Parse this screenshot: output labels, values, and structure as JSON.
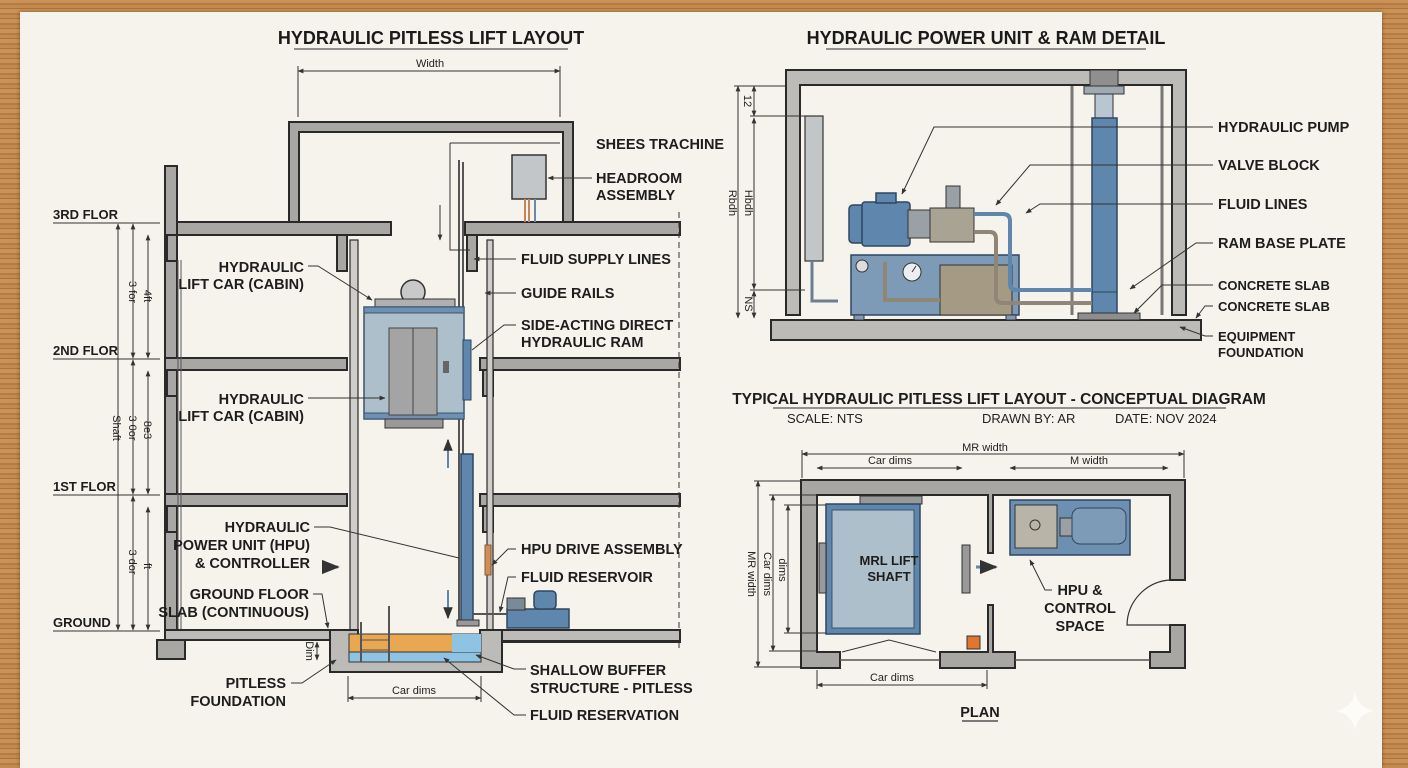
{
  "left_section": {
    "title": "HYDRAULIC PITLESS LIFT LAYOUT",
    "width_dim": "Width",
    "floors": [
      "3RD FLOR",
      "2ND FLOR",
      "1ST FLOR",
      "GROUND"
    ],
    "vertical_dims": [
      "3 for",
      "4ft",
      "Shaft",
      "3 0or",
      "8e3",
      "3 dor",
      "ft"
    ],
    "pit_dim": "Dim",
    "car_dims": "Car dims",
    "labels_left": {
      "car_upper": [
        "HYDRAULIC",
        "LIFT CAR (CABIN)"
      ],
      "car_lower": [
        "HYDRAULIC",
        "LIFT CAR (CABIN)"
      ],
      "hpu": [
        "HYDRAULIC",
        "POWER UNIT (HPU)",
        "& CONTROLLER"
      ],
      "slab": [
        "GROUND FLOOR",
        "SLAB (CONTINUOUS)"
      ],
      "foundation": [
        "PITLESS",
        "FOUNDATION"
      ]
    },
    "labels_right": {
      "machine": "SHEES TRACHINE",
      "headroom": [
        "HEADROOM",
        "ASSEMBLY"
      ],
      "fluid_supply": "FLUID SUPPLY LINES",
      "guide_rails": "GUIDE RAILS",
      "ram": [
        "SIDE-ACTING DIRECT",
        "HYDRAULIC RAM"
      ],
      "hpu_drive": "HPU DRIVE ASSEMBLY",
      "reservoir": "FLUID RESERVOIR",
      "buffer": [
        "SHALLOW BUFFER",
        "STRUCTURE - PITLESS"
      ],
      "reservation": "FLUID RESERVATION"
    }
  },
  "detail_section": {
    "title": "HYDRAULIC POWER UNIT & RAM DETAIL",
    "dims": [
      "12",
      "Hbdh",
      "Rbdh",
      "NS"
    ],
    "labels": [
      "HYDRAULIC PUMP",
      "VALVE BLOCK",
      "FLUID LINES",
      "RAM BASE PLATE",
      "CONCRETE SLAB",
      "CONCRETE SLAB",
      "EQUIPMENT",
      "FOUNDATION"
    ]
  },
  "title_block": {
    "title": "TYPICAL HYDRAULIC PITLESS LIFT LAYOUT - CONCEPTUAL DIAGRAM",
    "scale": "SCALE: NTS",
    "drawn_by": "DRAWN BY: AR",
    "date": "DATE: NOV 2024"
  },
  "plan": {
    "dims_top": [
      "MR width",
      "Car dims",
      "M width"
    ],
    "dims_left": [
      "MR width",
      "Car dims",
      "dims"
    ],
    "dim_bottom": "Car dims",
    "shaft_label": [
      "MRL LIFT",
      "SHAFT"
    ],
    "hpu_label": [
      "HPU &",
      "CONTROL",
      "SPACE"
    ],
    "caption": "PLAN"
  },
  "colors": {
    "paper": "#f6f3ec",
    "wall": "#a9a7a4",
    "steel_blue": "#5f86ac",
    "light_blue": "#aebfcc",
    "fluid_blue": "#8ec3e4",
    "oil_orange": "#e9a752",
    "alarm_orange": "#e0762f"
  }
}
